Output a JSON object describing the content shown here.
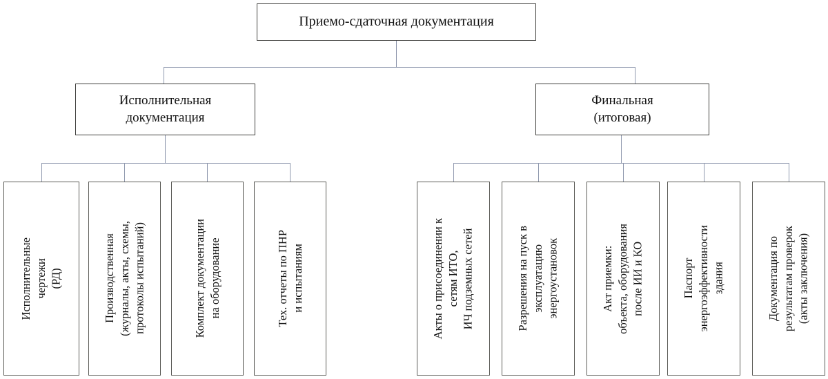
{
  "diagram": {
    "type": "tree",
    "title": "Приемо-сдаточная документация",
    "connector_color": "#8e97ad",
    "box_border_color": "#5a5a56",
    "background_color": "#ffffff",
    "root": {
      "label": "Приемо-сдаточная документация"
    },
    "branches": [
      {
        "label": "Исполнительная\nдокументация",
        "children": [
          {
            "label": "Исполнительные\nчертежи\n(РД)"
          },
          {
            "label": "Производственная\n(журналы, акты, схемы,\nпротоколы испытаний)"
          },
          {
            "label": "Комплект документации\nна оборудование"
          },
          {
            "label": "Тех. отчеты по ПНР\nи испытаниям"
          }
        ]
      },
      {
        "label": "Финальная\n(итоговая)",
        "children": [
          {
            "label": "Акты о присоединении к\nсетям ИТО,\nИЧ подземных сетей"
          },
          {
            "label": "Разрешения на пуск в\nэксплуатацию\nэнергоустановок"
          },
          {
            "label": "Акт приемки:\nобъекта, оборудования\nпосле ИИ и КО"
          },
          {
            "label": "Паспорт\nэнергоэффективности\nздания"
          },
          {
            "label": "Документация по\nрезультатам проверок\n(акты заключения)"
          }
        ]
      }
    ]
  }
}
